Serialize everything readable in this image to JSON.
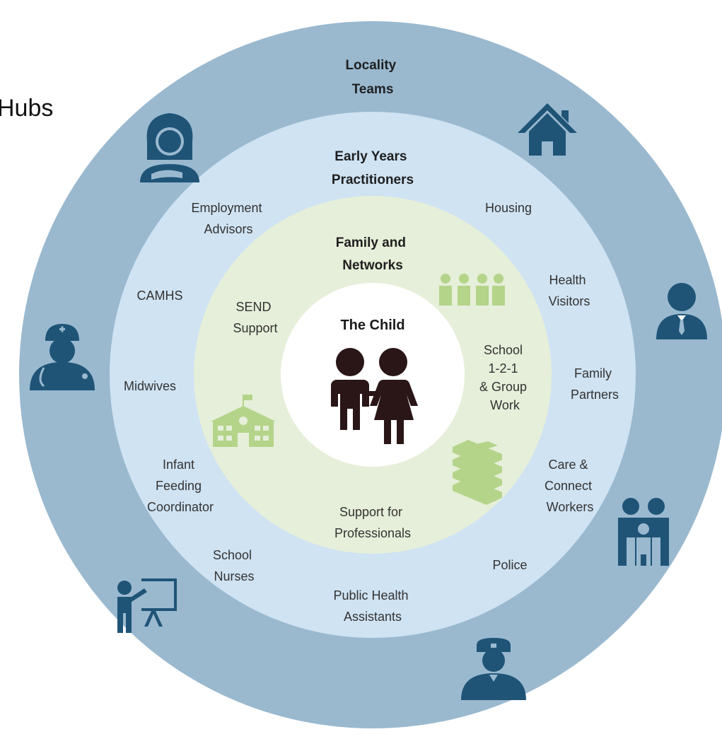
{
  "header_fragment": "Hubs",
  "rings": {
    "outer": {
      "title_line1": "Locality",
      "title_line2": "Teams"
    },
    "middle": {
      "title_line1": "Early Years",
      "title_line2": "Practitioners"
    },
    "inner": {
      "title_line1": "Family and",
      "title_line2": "Networks"
    },
    "center": {
      "title": "The Child"
    }
  },
  "middle_labels": {
    "employment": [
      "Employment",
      "Advisors"
    ],
    "housing": [
      "Housing"
    ],
    "health_visitors": [
      "Health",
      "Visitors"
    ],
    "camhs": [
      "CAMHS"
    ],
    "midwives": [
      "Midwives"
    ],
    "family_partners": [
      "Family",
      "Partners"
    ],
    "infant_feeding": [
      "Infant",
      "Feeding",
      "Coordinator"
    ],
    "care_connect": [
      "Care &",
      "Connect",
      "Workers"
    ],
    "school_nurses": [
      "School",
      "Nurses"
    ],
    "police": [
      "Police"
    ],
    "public_health": [
      "Public Health",
      "Assistants"
    ]
  },
  "inner_labels": {
    "send": [
      "SEND",
      "Support"
    ],
    "school_group": [
      "School",
      "1-2-1",
      "& Group",
      "Work"
    ],
    "support_professionals": [
      "Support for",
      "Professionals"
    ]
  },
  "colors": {
    "outer_ring": "#9ab9cf",
    "middle_ring": "#cfe3f3",
    "inner_ring": "#e6efd9",
    "center": "#ffffff",
    "icon_navy": "#1f5477",
    "icon_green": "#b4d48a",
    "child_icon": "#2a1616"
  },
  "icons": [
    "mother-with-baby-icon",
    "house-icon",
    "businessman-icon",
    "nurse-icon",
    "family-icon",
    "teacher-icon",
    "police-officer-icon",
    "people-group-icon",
    "school-building-icon",
    "books-icon",
    "children-icon"
  ]
}
